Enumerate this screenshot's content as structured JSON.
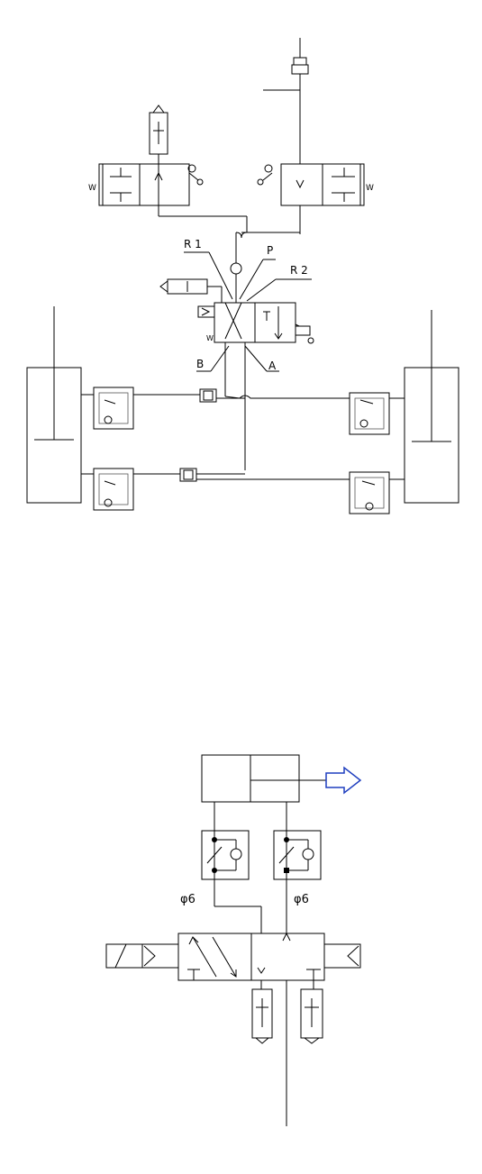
{
  "colors": {
    "line": "#000000",
    "accent_arrow": "#1f3fbf",
    "background": "#ffffff"
  },
  "diagram1": {
    "labels": {
      "r1": "R 1",
      "p": "P",
      "r2": "R 2",
      "b": "B",
      "a": "A"
    },
    "spring_mark": "W"
  },
  "diagram2": {
    "labels": {
      "pipe_left": "φ6",
      "pipe_right": "φ6"
    },
    "output_arrow_icon": "arrow-right-icon"
  }
}
